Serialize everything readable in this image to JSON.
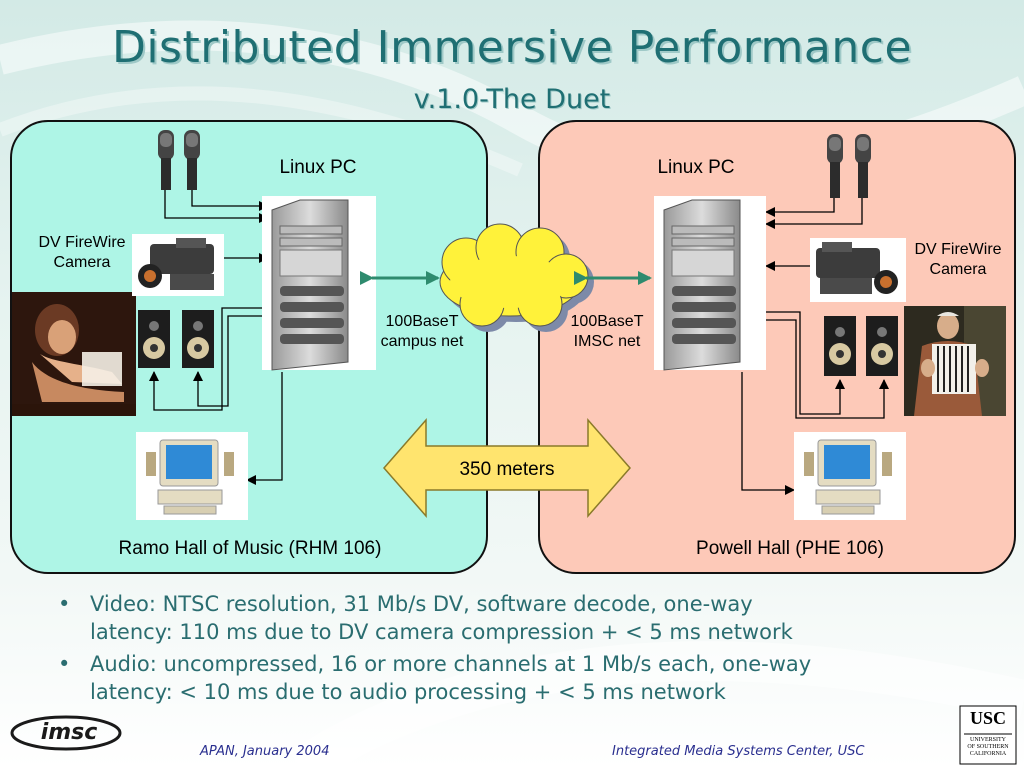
{
  "slide": {
    "title": "Distributed Immersive Performance",
    "subtitle": "v.1.0-The Duet"
  },
  "left_site": {
    "pc_label": "Linux PC",
    "camera_label_line1": "DV FireWire",
    "camera_label_line2": "Camera",
    "network_line1": "100BaseT",
    "network_line2": "campus net",
    "hall": "Ramo Hall of Music (RHM 106)",
    "color": "#aef5e6"
  },
  "right_site": {
    "pc_label": "Linux PC",
    "camera_label_line1": "DV FireWire",
    "camera_label_line2": "Camera",
    "network_line1": "100BaseT",
    "network_line2": "IMSC net",
    "hall": "Powell Hall (PHE 106)",
    "color": "#fdc9b8"
  },
  "distance_label": "350 meters",
  "bullets": [
    {
      "marker": "•",
      "line1": "Video: NTSC resolution, 31 Mb/s DV, software decode, one-way",
      "line2": "latency: 110 ms due to DV camera compression + < 5 ms network"
    },
    {
      "marker": "•",
      "line1": "Audio: uncompressed, 16 or more channels at 1 Mb/s each, one-way",
      "line2": "latency: < 10 ms due to audio processing + < 5 ms network"
    }
  ],
  "footer": {
    "logo_left": "imsc",
    "event": "APAN, January 2004",
    "org": "Integrated Media Systems Center, USC",
    "logo_right_line1": "USC",
    "logo_right_line2": "UNIVERSITY",
    "logo_right_line3": "OF SOUTHERN",
    "logo_right_line4": "CALIFORNIA"
  },
  "colors": {
    "title": "#1f6f73",
    "cloud": "#fff23a",
    "arrow": "#ffe46e",
    "link_arrow": "#2e8b6e"
  }
}
